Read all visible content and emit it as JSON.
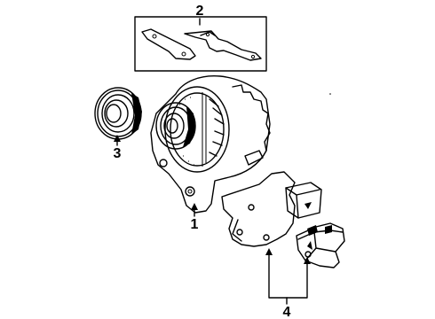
{
  "callouts": {
    "bracket_set": "2",
    "alternator": "1",
    "pulley": "3",
    "regulator_parts": "4"
  },
  "colors": {
    "ink": "#000000",
    "paper": "#ffffff"
  }
}
